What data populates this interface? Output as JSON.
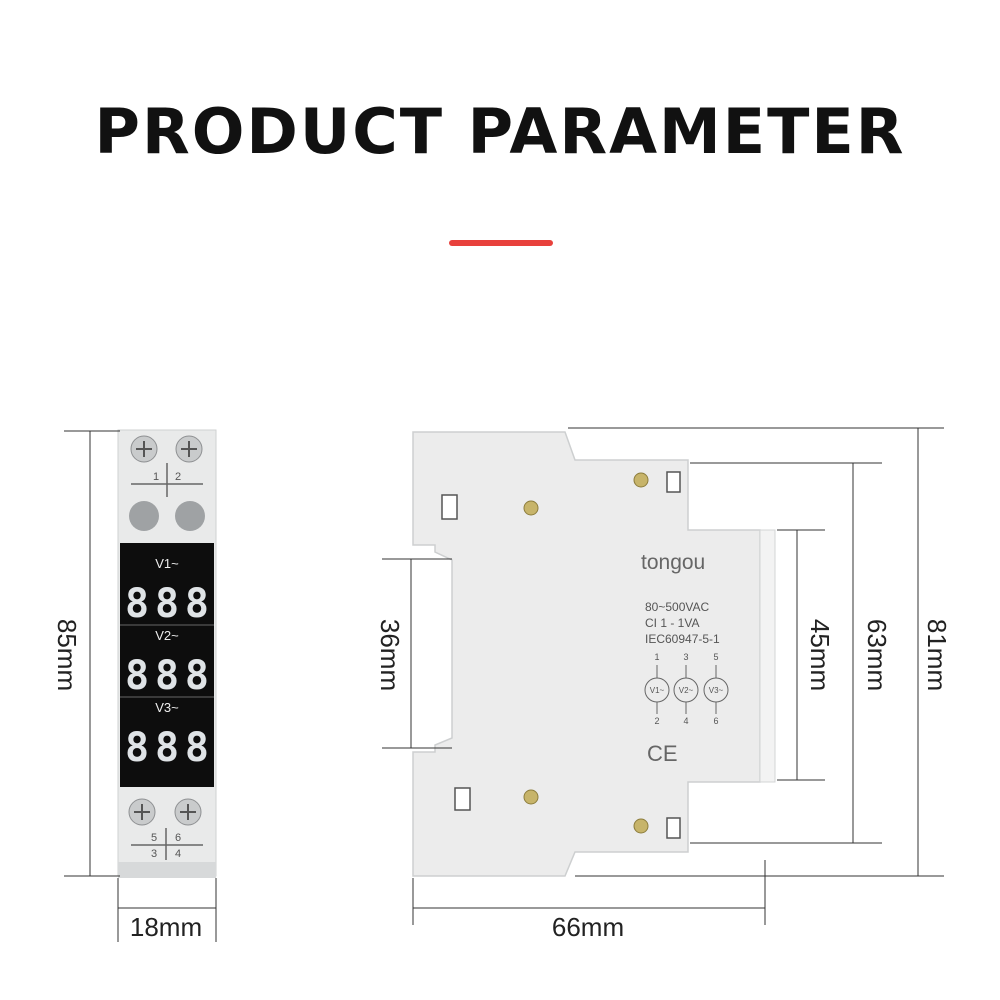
{
  "header": {
    "title": "PRODUCT PARAMETER",
    "accent_color": "#e8413c"
  },
  "front_view": {
    "displays": [
      {
        "label": "V1~",
        "digits": "888"
      },
      {
        "label": "V2~",
        "digits": "888"
      },
      {
        "label": "V3~",
        "digits": "888"
      }
    ],
    "top_terminals": [
      "1",
      "2"
    ],
    "bottom_terminals_upper": [
      "5",
      "6"
    ],
    "bottom_terminals_lower": [
      "3",
      "4"
    ],
    "dim_height": "85mm",
    "dim_width": "18mm"
  },
  "side_view": {
    "brand": "tongou",
    "specs": [
      "80~500VAC",
      "CI 1 - 1VA",
      "IEC60947-5-1"
    ],
    "circuits": [
      {
        "top": "1",
        "label": "V1~",
        "bottom": "2"
      },
      {
        "top": "3",
        "label": "V2~",
        "bottom": "4"
      },
      {
        "top": "5",
        "label": "V3~",
        "bottom": "6"
      }
    ],
    "ce_mark": "CE",
    "dim_rail": "36mm",
    "dim_45": "45mm",
    "dim_63": "63mm",
    "dim_81": "81mm",
    "dim_width": "66mm"
  }
}
